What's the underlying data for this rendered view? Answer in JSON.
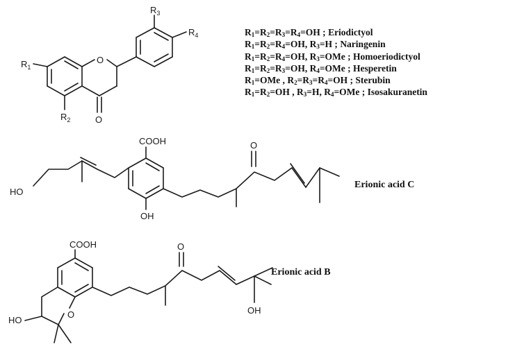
{
  "flavanone": {
    "substituents": {
      "r1": "R",
      "r2": "R",
      "r3": "R",
      "r4": "R",
      "r1_sub": "1",
      "r2_sub": "2",
      "r3_sub": "3",
      "r4_sub": "4"
    },
    "ring_oxygen": "O",
    "ketone_oxygen": "O"
  },
  "legend": [
    {
      "parts": [
        [
          "R",
          "1"
        ],
        "=",
        [
          "R",
          "2"
        ],
        "=",
        [
          "R",
          "3"
        ],
        "=",
        [
          "R",
          "4"
        ],
        "=OH ; "
      ],
      "name": "Eriodictyol"
    },
    {
      "parts": [
        [
          "R",
          "1"
        ],
        "=",
        [
          "R",
          "2"
        ],
        "=",
        [
          "R",
          "4"
        ],
        "=OH, ",
        [
          "R",
          "3"
        ],
        "=H ; "
      ],
      "name": "Naringenin"
    },
    {
      "parts": [
        [
          "R",
          "1"
        ],
        "=",
        [
          "R",
          "2"
        ],
        "=",
        [
          "R",
          "4"
        ],
        "=OH, ",
        [
          "R",
          "3"
        ],
        "=OMe ; "
      ],
      "name": "Homoeriodictyol"
    },
    {
      "parts": [
        [
          "R",
          "1"
        ],
        "=",
        [
          "R",
          "2"
        ],
        "=",
        [
          "R",
          "3"
        ],
        "=OH, ",
        [
          "R",
          "4"
        ],
        "=OMe ; "
      ],
      "name": "Hesperetin"
    },
    {
      "parts": [
        [
          "R",
          "1"
        ],
        "=OMe , ",
        [
          "R",
          "2"
        ],
        "=",
        [
          "R",
          "3"
        ],
        "=",
        [
          "R",
          "4"
        ],
        "=OH ; "
      ],
      "name": "Sterubin"
    },
    {
      "parts": [
        [
          "R",
          "1"
        ],
        "=",
        [
          "R",
          "2"
        ],
        "=OH , ",
        [
          "R",
          "3"
        ],
        "=H, ",
        [
          "R",
          "4"
        ],
        "=OMe ; "
      ],
      "name": "Isosakuranetin"
    }
  ],
  "erionic_c": {
    "name": "Erionic acid C",
    "cooh": "COOH",
    "ho": "HO",
    "oh": "OH",
    "ketone_oxygen": "O"
  },
  "erionic_b": {
    "name": "Erionic acid B",
    "cooh": "COOH",
    "ho": "HO",
    "oh": "OH",
    "ring_oxygen": "O",
    "ketone_oxygen": "O"
  }
}
